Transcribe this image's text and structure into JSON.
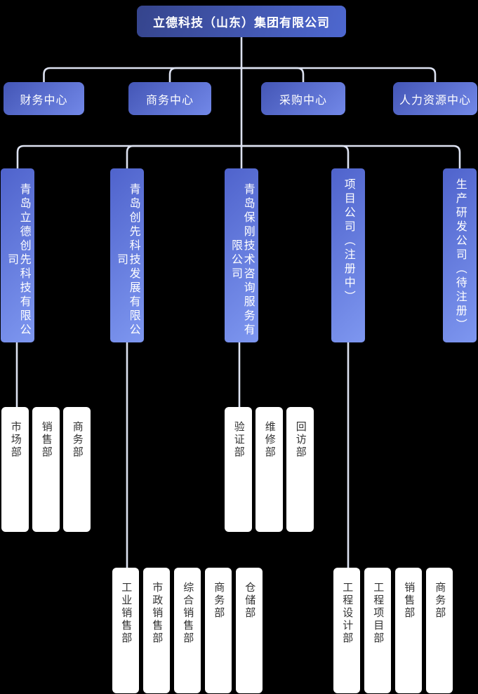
{
  "colors": {
    "background": "#000000",
    "connector": "#dde2f1",
    "root_gradient_start": "#35448c",
    "root_gradient_end": "#4e68d0",
    "center_gradient_start": "#4456b6",
    "center_gradient_end": "#7288e8",
    "company_gradient_start": "#4f63cc",
    "company_gradient_end": "#7e97f0",
    "dept_background": "#ffffff",
    "dept_text": "#333333"
  },
  "org": {
    "root": {
      "label": "立德科技（山东）集团有限公司"
    },
    "centers": [
      {
        "label": "财务中心"
      },
      {
        "label": "商务中心"
      },
      {
        "label": "采购中心"
      },
      {
        "label": "人力资源中心"
      }
    ],
    "companies": [
      {
        "label": "青岛立德创先科技有限公司",
        "departments": [
          "市场部",
          "销售部",
          "商务部"
        ]
      },
      {
        "label": "青岛创先科技发展有限公司",
        "departments": [
          "工业销售部",
          "市政销售部",
          "综合销售部",
          "商务部",
          "仓储部"
        ]
      },
      {
        "label": "青岛保刚技术咨询服务有限公司",
        "departments": [
          "验证部",
          "维修部",
          "回访部"
        ]
      },
      {
        "label": "项目公司（注册中）",
        "departments": [
          "工程设计部",
          "工程项目部",
          "销售部",
          "商务部"
        ]
      },
      {
        "label": "生产研发公司（待注册）",
        "departments": []
      }
    ]
  }
}
